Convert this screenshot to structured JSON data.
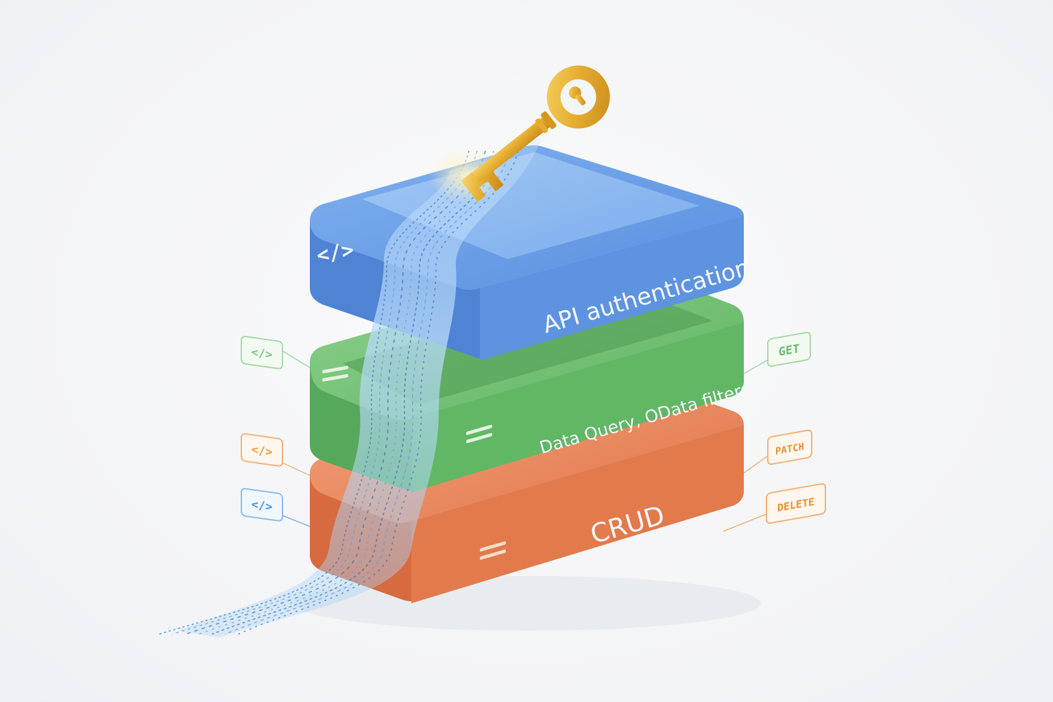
{
  "layers": {
    "top": {
      "label": "API authentication",
      "icon": "code-icon",
      "color": "#5f92dc"
    },
    "middle": {
      "label": "Data Query, OData filters",
      "icon": "menu-lines-icon",
      "color": "#62b765"
    },
    "bottom": {
      "label": "CRUD",
      "icon": "menu-lines-icon",
      "color": "#e2764a"
    }
  },
  "top_icon_text": "</>",
  "side_tags_left": [
    {
      "text": "</>",
      "color": "#7cc47e"
    },
    {
      "text": "</>",
      "color": "#ef9a3d"
    },
    {
      "text": "</>",
      "color": "#4a90d9"
    }
  ],
  "side_tags_right": [
    {
      "text": "GET",
      "color": "#6dbb6f"
    },
    {
      "text": "PATCH",
      "color": "#eb8f2f"
    },
    {
      "text": "DELETE",
      "color": "#eb8f2f"
    }
  ],
  "key": {
    "icon": "key-icon",
    "color": "#e0a82c"
  }
}
